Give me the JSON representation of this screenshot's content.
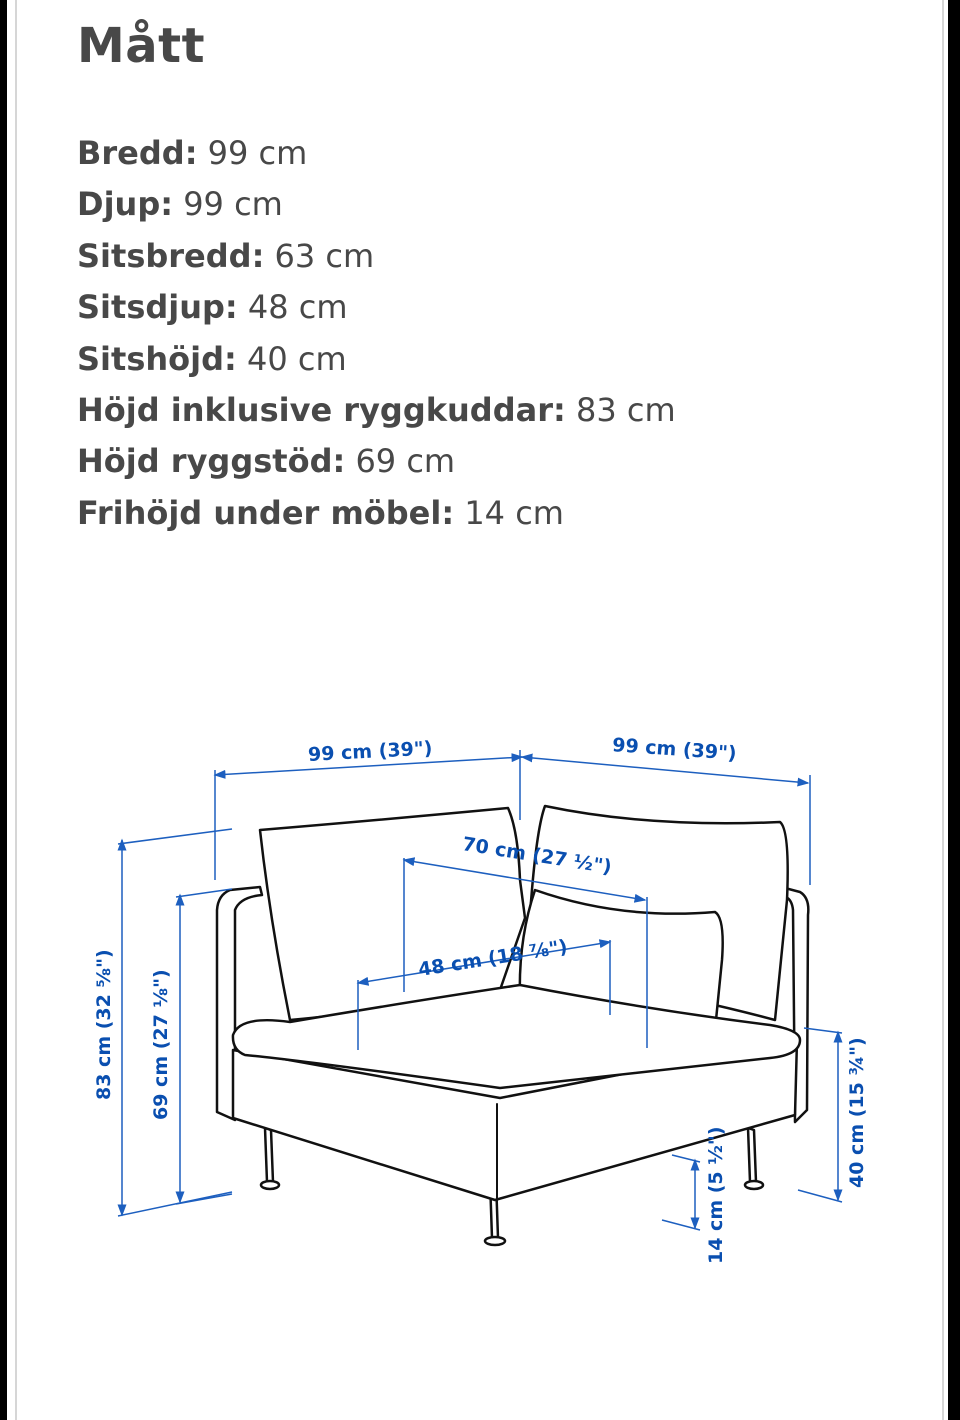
{
  "title": "Mått",
  "specs": [
    {
      "label": "Bredd:",
      "value": "99 cm"
    },
    {
      "label": "Djup:",
      "value": "99 cm"
    },
    {
      "label": "Sitsbredd:",
      "value": "63 cm"
    },
    {
      "label": "Sitsdjup:",
      "value": "48 cm"
    },
    {
      "label": "Sitshöjd:",
      "value": "40 cm"
    },
    {
      "label": "Höjd inklusive ryggkuddar:",
      "value": "83 cm"
    },
    {
      "label": "Höjd ryggstöd:",
      "value": "69 cm"
    },
    {
      "label": "Frihöjd under möbel:",
      "value": "14 cm"
    }
  ],
  "diagram": {
    "width_left": "99 cm (39\")",
    "width_right": "99 cm (39\")",
    "inner_width": "70 cm (27 ½\")",
    "seat_depth": "48 cm (18 ⅞\")",
    "total_height": "83 cm (32 ⅝\")",
    "back_height": "69 cm (27 ⅛\")",
    "seat_height": "40 cm (15 ¾\")",
    "clearance": "14 cm (5 ½\")",
    "dimension_color": "#0a4fb0"
  }
}
